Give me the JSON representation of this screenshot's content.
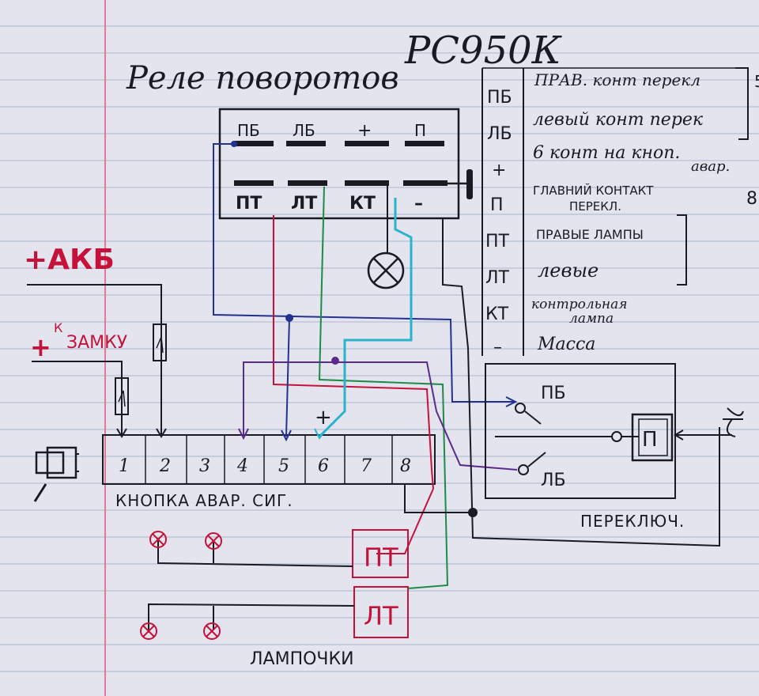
{
  "title": {
    "main": "Реле поворотов",
    "model": "РС950К"
  },
  "relay": {
    "top_terminals": [
      "ПБ",
      "ЛБ",
      "+",
      "П"
    ],
    "bottom_terminals": [
      "ПТ",
      "ЛТ",
      "КТ",
      "–"
    ]
  },
  "legend": {
    "rows": [
      {
        "code": "ПБ",
        "desc": "ПРАВ. конт перекл"
      },
      {
        "code": "ЛБ",
        "desc": "левый конт перек"
      },
      {
        "code": "+",
        "desc": "6 конт на кноп.",
        "desc2": "авар."
      },
      {
        "code": "П",
        "desc": "ГЛАВНИЙ КОНТАКТ",
        "desc2": "ПЕРЕКЛ."
      },
      {
        "code": "ПТ",
        "desc": "ПРАВЫЕ ЛАМПЫ"
      },
      {
        "code": "ЛТ",
        "desc": "левые"
      },
      {
        "code": "КТ",
        "desc": "контрольная",
        "desc2": "лампа"
      },
      {
        "code": "–",
        "desc": "Масса"
      }
    ],
    "side_marks": [
      "5",
      "8"
    ]
  },
  "power": {
    "battery": "+АКБ",
    "ignition_plus": "+",
    "ignition_k": "К",
    "ignition_label": "ЗАМКУ"
  },
  "button": {
    "plus_mark": "+",
    "pins": [
      "1",
      "2",
      "3",
      "4",
      "5",
      "6",
      "7",
      "8"
    ],
    "label": "КНОПКА АВАР. СИГ."
  },
  "switch": {
    "pb": "ПБ",
    "lb": "ЛБ",
    "p": "П",
    "label": "ПЕРЕКЛЮЧ."
  },
  "lamps": {
    "pt": "ПТ",
    "lt": "ЛТ",
    "label": "ЛАМПОЧКИ"
  },
  "colors": {
    "ink": "#1a1a22",
    "red_ink": "#c4123a",
    "blue_wire": "#24318f",
    "red_wire": "#c4123a",
    "green_wire": "#1e8a46",
    "cyan_wire": "#29b3cc",
    "purple_wire": "#5a2a8c",
    "margin": "#e07a98"
  }
}
